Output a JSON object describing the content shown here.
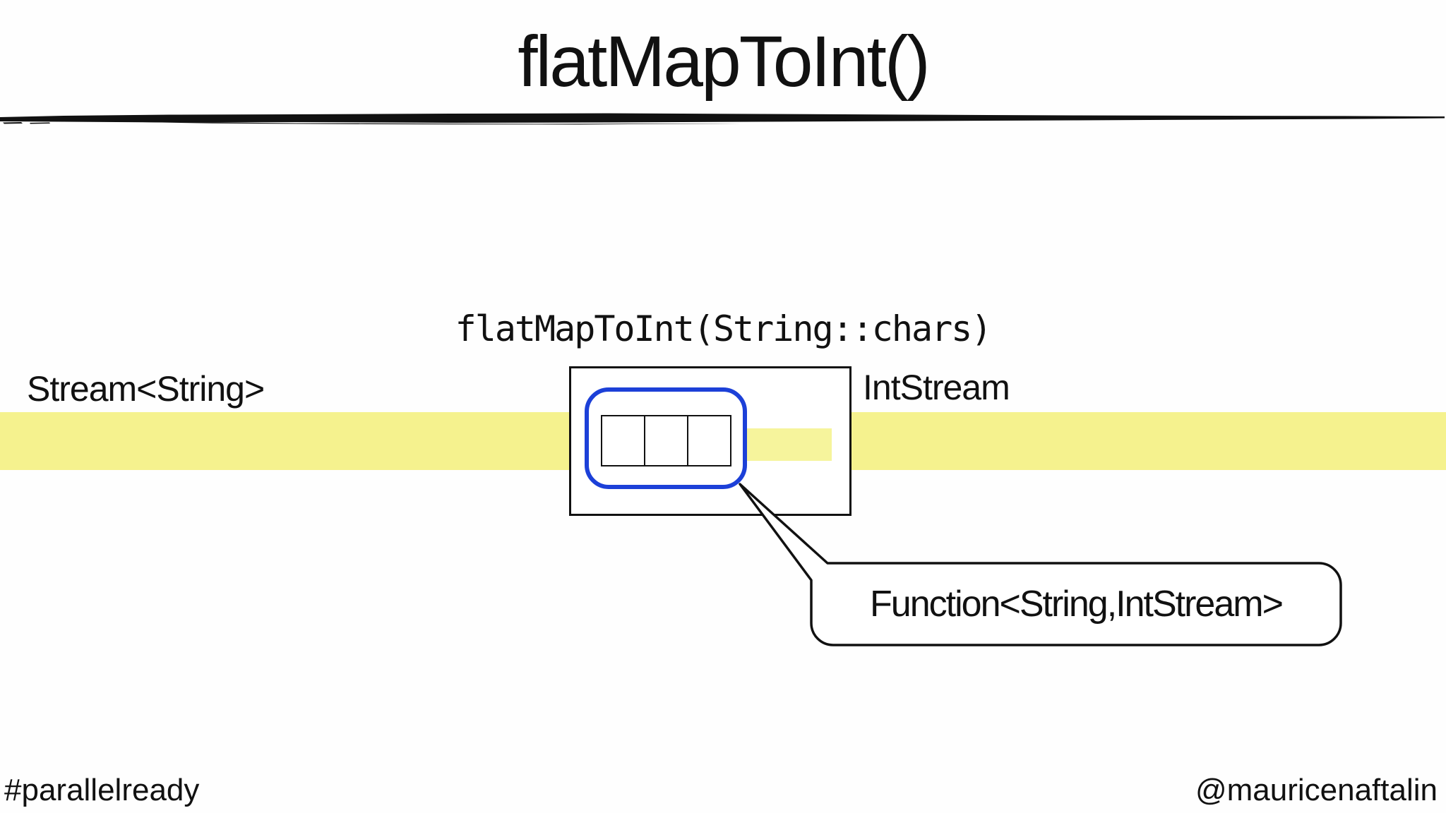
{
  "slide": {
    "title": "flatMapToInt()",
    "code_label": "flatMapToInt(String::chars)",
    "input_stream_label": "Stream<String>",
    "output_stream_label": "IntStream",
    "callout_label": "Function<String,IntStream>",
    "footer_left": "#parallelready",
    "footer_right": "@mauricenaftalin"
  },
  "diagram": {
    "stream_element_cell_count": 3
  },
  "colors": {
    "background": "#FEFEFE",
    "ink": "#111111",
    "stream_band": "#F5F28E",
    "inner_band": "#F6F49C",
    "function_border": "#1C40D8"
  }
}
